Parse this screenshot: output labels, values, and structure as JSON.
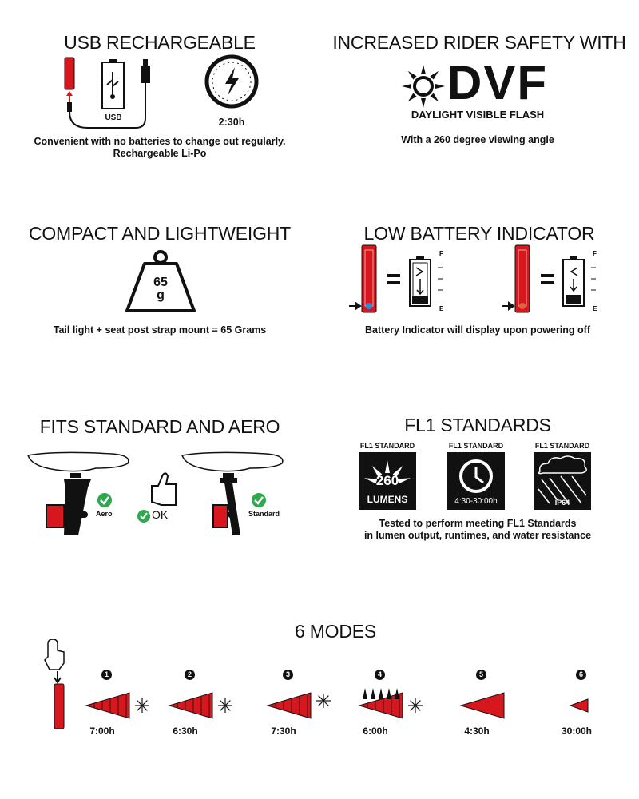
{
  "usb": {
    "title": "USB RECHARGEABLE",
    "usb_label": "USB",
    "charge_time": "2:30h",
    "desc1": "Convenient with no batteries to change out regularly.",
    "desc2": "Rechargeable Li-Po"
  },
  "safety": {
    "title": "INCREASED RIDER SAFETY WITH",
    "logo": "DVF",
    "logo_sub": "DAYLIGHT VISIBLE FLASH",
    "desc": "With a 260 degree viewing angle"
  },
  "weight": {
    "title": "COMPACT AND LIGHTWEIGHT",
    "value": "65",
    "unit": "g",
    "desc_prefix": "Tail light + seat post strap mount = ",
    "desc_bold": "65 Grams"
  },
  "battery": {
    "title": "LOW BATTERY INDICATOR",
    "full": "F",
    "empty": "E",
    "desc": "Battery Indicator will display upon powering off"
  },
  "fits": {
    "title": "FITS STANDARD AND AERO",
    "aero": "Aero",
    "ok": "OK",
    "standard": "Standard"
  },
  "fl1": {
    "title": "FL1 STANDARDS",
    "badge": "FL1 STANDARD",
    "lumens_value": "260",
    "lumens_label": "LUMENS",
    "runtime": "4:30-30:00h",
    "rating": "IP64",
    "desc1": "Tested to perform meeting FL1 Standards",
    "desc2": "in lumen output, runtimes, and water resistance"
  },
  "modes": {
    "title": "6 MODES",
    "items": [
      {
        "n": "1",
        "time": "7:00h"
      },
      {
        "n": "2",
        "time": "6:30h"
      },
      {
        "n": "3",
        "time": "7:30h"
      },
      {
        "n": "4",
        "time": "6:00h"
      },
      {
        "n": "5",
        "time": "4:30h"
      },
      {
        "n": "6",
        "time": "30:00h"
      }
    ]
  },
  "colors": {
    "red": "#d7161e",
    "green": "#2fa84f",
    "black": "#111111"
  }
}
